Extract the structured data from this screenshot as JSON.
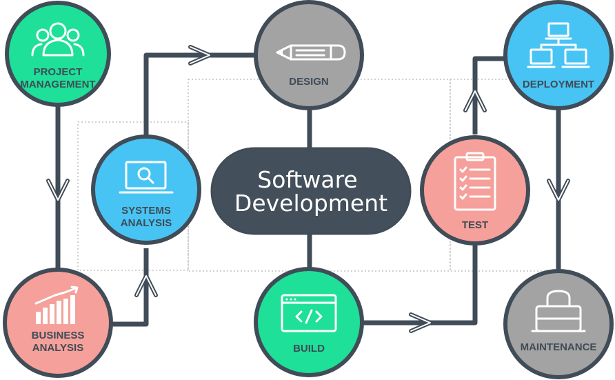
{
  "center": {
    "line1": "Software",
    "line2": "Development"
  },
  "nodes": {
    "project_management": {
      "line1": "PROJECT",
      "line2": "MANAGEMENT",
      "color": "#1ee098",
      "icon": "users-icon"
    },
    "systems_analysis": {
      "line1": "SYSTEMS",
      "line2": "ANALYSIS",
      "color": "#48c4f4",
      "icon": "monitor-search-icon"
    },
    "design": {
      "line1": "DESIGN",
      "color": "#a3a3a3",
      "icon": "pencil-icon"
    },
    "build": {
      "line1": "BUILD",
      "color": "#1ee098",
      "icon": "code-window-icon"
    },
    "test": {
      "line1": "TEST",
      "color": "#f5a09a",
      "icon": "checklist-icon"
    },
    "deployment": {
      "line1": "DEPLOYMENT",
      "color": "#48c4f4",
      "icon": "network-icon"
    },
    "maintenance": {
      "line1": "MAINTENANCE",
      "color": "#a3a3a3",
      "icon": "toolbox-icon"
    },
    "business_analysis": {
      "line1": "BUSINESS",
      "line2": "ANALYSIS",
      "color": "#f5a09a",
      "icon": "bar-chart-growth-icon"
    }
  },
  "colors": {
    "outline": "#404c57",
    "connector": "#404c57",
    "center_fill": "#434f5a"
  }
}
